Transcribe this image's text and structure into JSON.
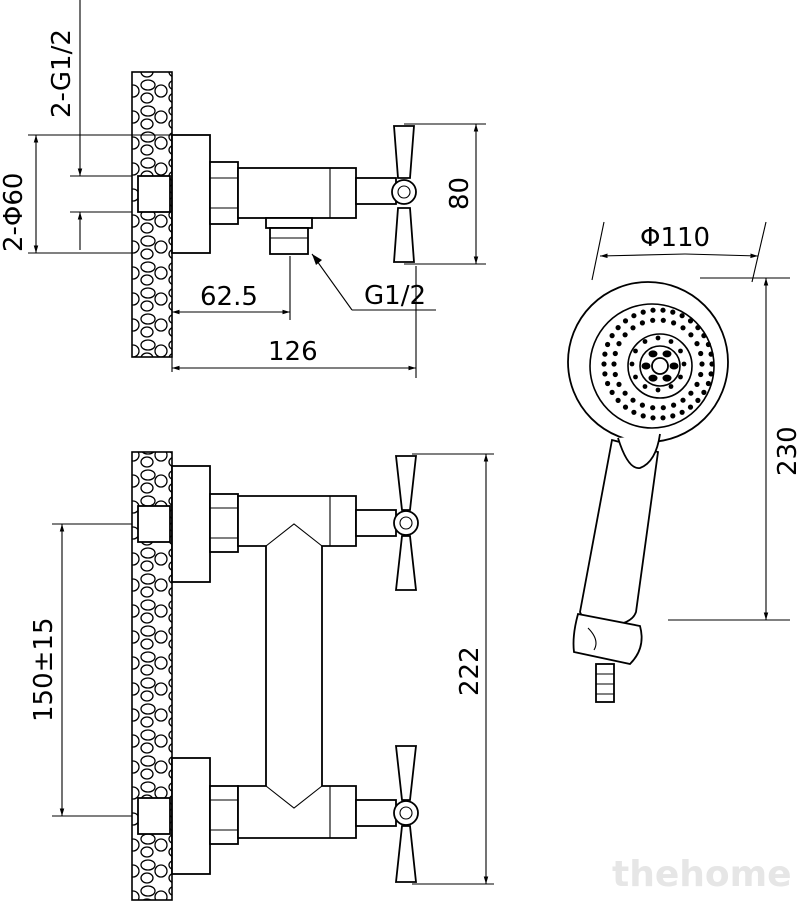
{
  "dimensions": {
    "top_view": {
      "thread_inlets": "2-G1/2",
      "inlet_diameter": "2-Φ60",
      "height": "80",
      "outlet_offset": "62.5",
      "outlet_thread": "G1/2",
      "depth": "126"
    },
    "front_view": {
      "center_distance": "150±15",
      "overall_height": "222"
    },
    "hand_shower": {
      "head_diameter": "Φ110",
      "length": "230"
    }
  },
  "watermark": "thehome"
}
